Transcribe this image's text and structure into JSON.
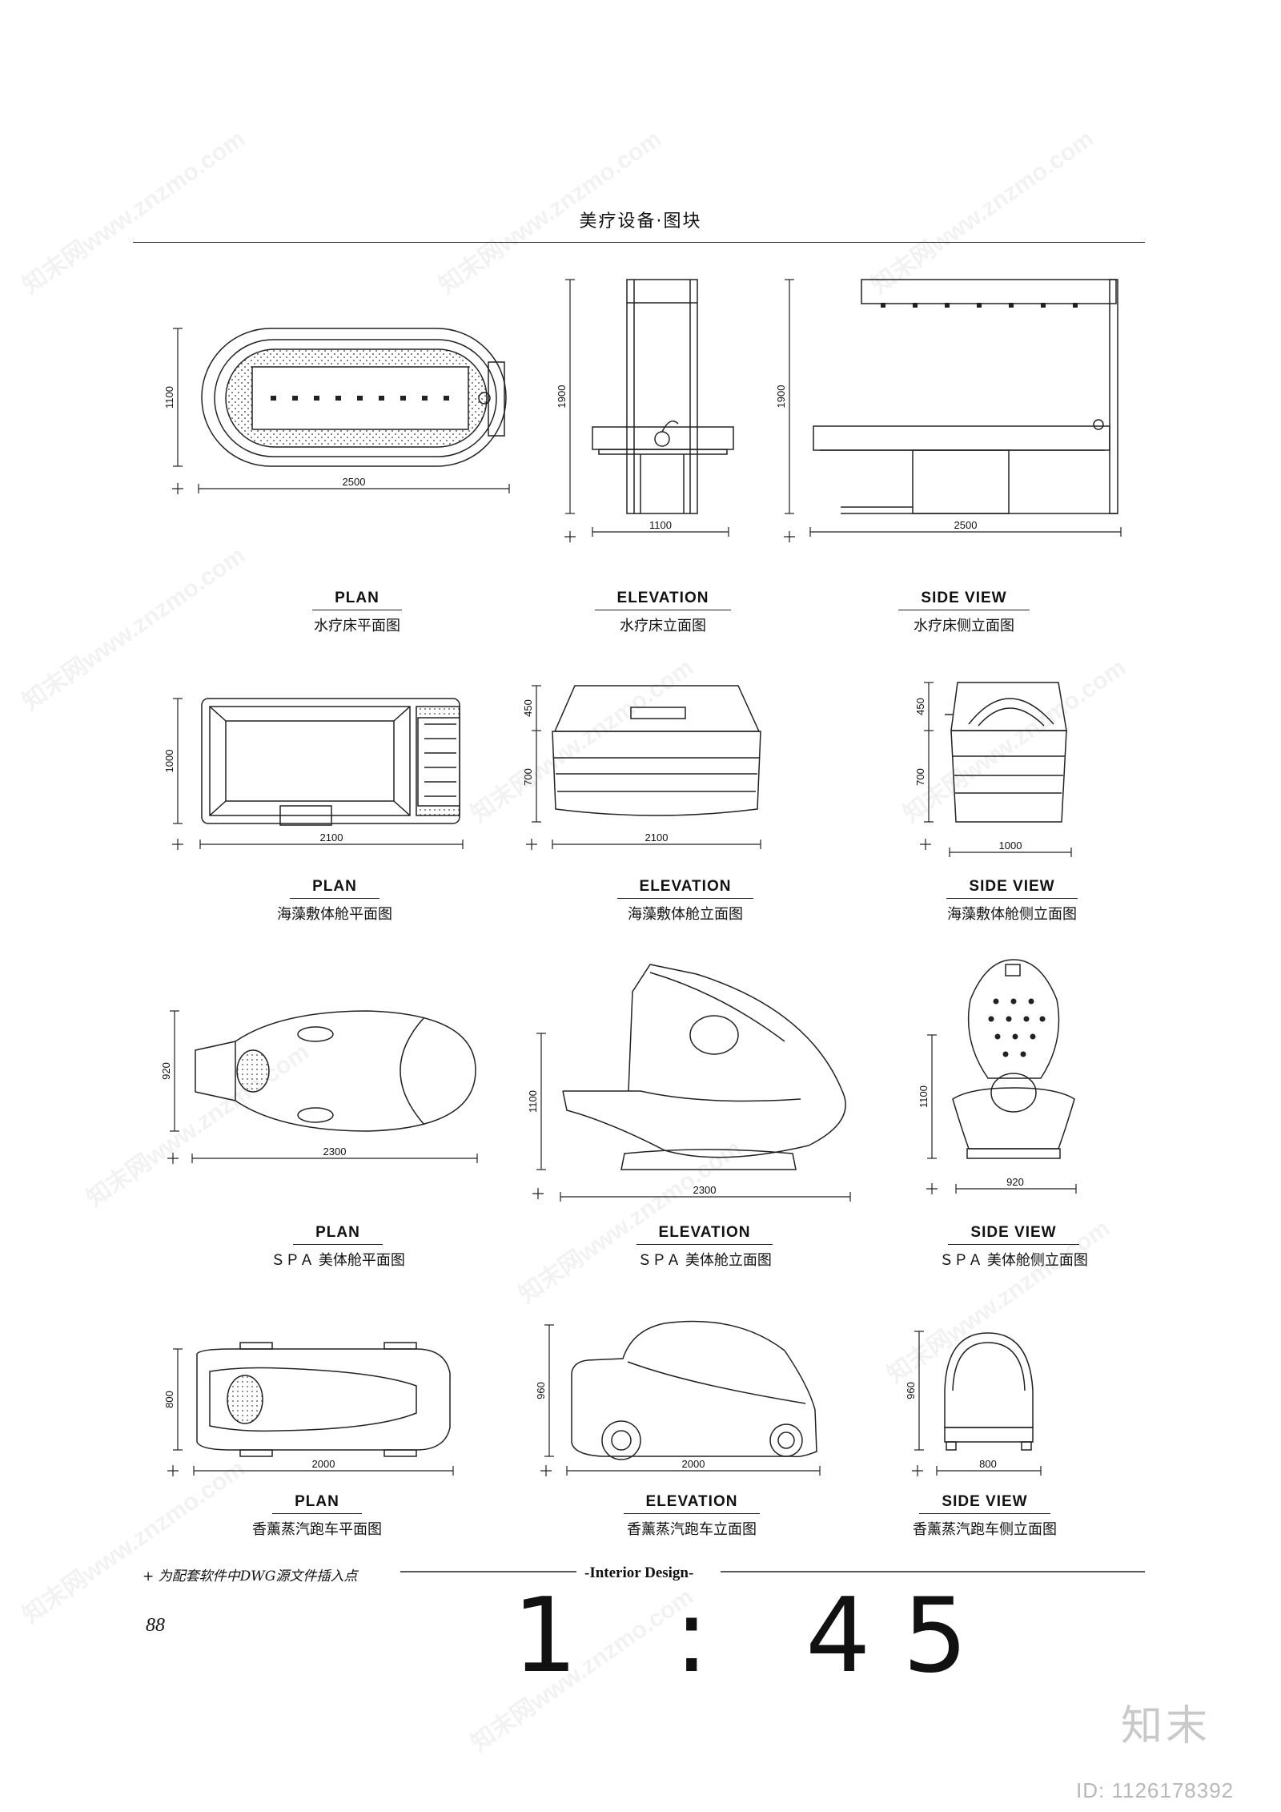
{
  "header": {
    "title": "美疗设备·图块"
  },
  "rows": [
    {
      "plan": {
        "label": "PLAN",
        "caption": "水疗床平面图",
        "w": "2500",
        "h": "1100"
      },
      "elevation": {
        "label": "ELEVATION",
        "caption": "水疗床立面图",
        "w": "1100",
        "h": "1900"
      },
      "side": {
        "label": "SIDE VIEW",
        "caption": "水疗床侧立面图",
        "w": "2500",
        "h": "1900"
      }
    },
    {
      "plan": {
        "label": "PLAN",
        "caption": "海藻敷体舱平面图",
        "w": "2100",
        "h": "1000"
      },
      "elevation": {
        "label": "ELEVATION",
        "caption": "海藻敷体舱立面图",
        "w": "2100",
        "h1": "450",
        "h2": "700"
      },
      "side": {
        "label": "SIDE VIEW",
        "caption": "海藻敷体舱侧立面图",
        "w": "1000",
        "h1": "450",
        "h2": "700"
      }
    },
    {
      "plan": {
        "label": "PLAN",
        "caption": "ＳＰＡ 美体舱平面图",
        "w": "2300",
        "h": "920"
      },
      "elevation": {
        "label": "ELEVATION",
        "caption": "ＳＰＡ 美体舱立面图",
        "w": "2300",
        "h": "1100"
      },
      "side": {
        "label": "SIDE VIEW",
        "caption": "ＳＰＡ 美体舱侧立面图",
        "w": "920",
        "h": "1100"
      }
    },
    {
      "plan": {
        "label": "PLAN",
        "caption": "香薰蒸汽跑车平面图",
        "w": "2000",
        "h": "800"
      },
      "elevation": {
        "label": "ELEVATION",
        "caption": "香薰蒸汽跑车立面图",
        "w": "2000",
        "h": "960"
      },
      "side": {
        "label": "SIDE VIEW",
        "caption": "香薰蒸汽跑车侧立面图",
        "w": "800",
        "h": "960"
      }
    }
  ],
  "footer": {
    "note": "+ 为配套软件中DWG源文件插入点",
    "brand": "-Interior Design-",
    "page_number": "88",
    "scale": "1 : 45"
  },
  "watermark": {
    "logo": "知末",
    "id": "ID: 1126178392",
    "diagonal": "知末网www.znzmo.com"
  }
}
